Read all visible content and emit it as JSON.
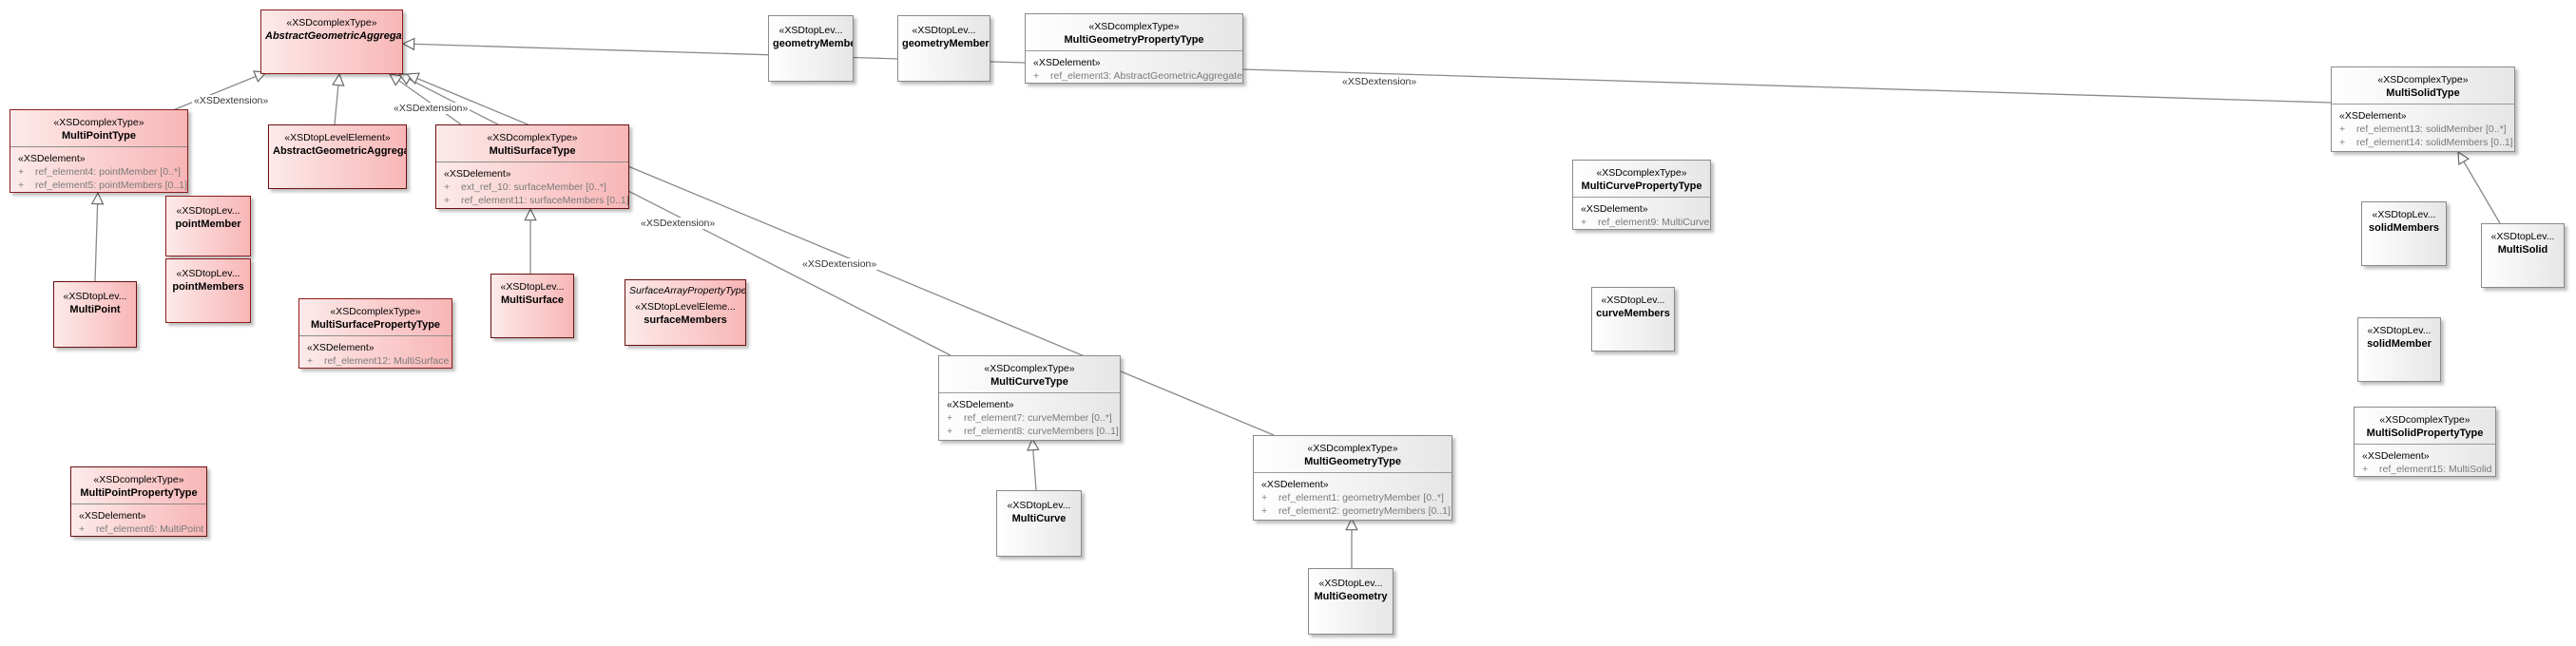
{
  "stereotypes": {
    "complex_type": "«XSDcomplexType»",
    "top_level_short": "«XSDtopLev...",
    "top_level_element": "«XSDtopLevelElement»",
    "top_level_element_short": "«XSDtopLevelEleme...",
    "element_section": "«XSDelement»",
    "extension": "«XSDextension»"
  },
  "classes": {
    "abstract_geometric_aggregate_type": {
      "name": "AbstractGeometricAggregateType"
    },
    "multi_point_type": {
      "name": "MultiPointType",
      "attrs": [
        "ref_element4: pointMember [0..*]",
        "ref_element5: pointMembers [0..1]"
      ]
    },
    "abstract_geometric_aggregate": {
      "name": "AbstractGeometricAggregate"
    },
    "multi_surface_type": {
      "name": "MultiSurfaceType",
      "attrs": [
        "ext_ref_10: surfaceMember [0..*]",
        "ref_element11: surfaceMembers [0..1]"
      ]
    },
    "point_member": {
      "name": "pointMember"
    },
    "point_members": {
      "name": "pointMembers"
    },
    "multi_point": {
      "name": "MultiPoint"
    },
    "multi_surface": {
      "name": "MultiSurface"
    },
    "multi_surface_property_type": {
      "name": "MultiSurfacePropertyType",
      "attrs": [
        "ref_element12: MultiSurface"
      ]
    },
    "surface_members": {
      "stereotype": "SurfaceArrayPropertyType",
      "name": "surfaceMembers"
    },
    "multi_point_property_type": {
      "name": "MultiPointPropertyType",
      "attrs": [
        "ref_element6: MultiPoint"
      ]
    },
    "geometry_member": {
      "name": "geometryMember"
    },
    "geometry_members": {
      "name": "geometryMembers"
    },
    "multi_geometry_property_type": {
      "name": "MultiGeometryPropertyType",
      "attrs": [
        "ref_element3: AbstractGeometricAggregate"
      ]
    },
    "multi_curve_type": {
      "name": "MultiCurveType",
      "attrs": [
        "ref_element7: curveMember [0..*]",
        "ref_element8: curveMembers [0..1]"
      ]
    },
    "multi_curve": {
      "name": "MultiCurve"
    },
    "multi_geometry_type": {
      "name": "MultiGeometryType",
      "attrs": [
        "ref_element1: geometryMember [0..*]",
        "ref_element2: geometryMembers [0..1]"
      ]
    },
    "multi_geometry": {
      "name": "MultiGeometry"
    },
    "multi_curve_property_type": {
      "name": "MultiCurvePropertyType",
      "attrs": [
        "ref_element9: MultiCurve"
      ]
    },
    "curve_members": {
      "name": "curveMembers"
    },
    "multi_solid_type": {
      "name": "MultiSolidType",
      "attrs": [
        "ref_element13: solidMember [0..*]",
        "ref_element14: solidMembers [0..1]"
      ]
    },
    "solid_members": {
      "name": "solidMembers"
    },
    "multi_solid": {
      "name": "MultiSolid"
    },
    "solid_member": {
      "name": "solidMember"
    },
    "multi_solid_property_type": {
      "name": "MultiSolidPropertyType",
      "attrs": [
        "ref_element15: MultiSolid"
      ]
    }
  },
  "attr_marker": "+",
  "colors": {
    "pink_fill": "#f8b6b6",
    "pink_border": "#8c1c1c",
    "gray_fill": "#e6e6e6",
    "line": "#808080",
    "attr_text": "#7a7a7a"
  }
}
